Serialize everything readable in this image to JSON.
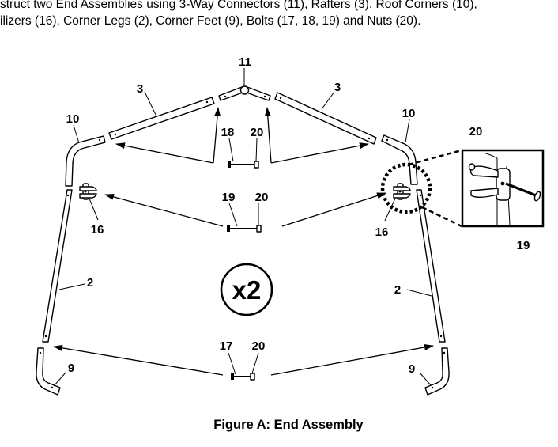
{
  "instructions": {
    "line1": "struct two End Assemblies using 3-Way Connectors (11), Rafters (3), Roof Corners (10),",
    "line2": "ilizers (16), Corner Legs (2), Corner Feet (9), Bolts (17, 18, 19) and Nuts (20)."
  },
  "callouts": {
    "connector": "11",
    "rafter_left": "3",
    "rafter_right": "3",
    "roof_corner_left": "10",
    "roof_corner_right": "10",
    "bolt_top": "18",
    "nut_top": "20",
    "bolt_mid": "19",
    "nut_mid": "20",
    "stabilizer_left": "16",
    "stabilizer_right": "16",
    "leg_left": "2",
    "leg_right": "2",
    "bolt_bottom": "17",
    "nut_bottom": "20",
    "foot_left": "9",
    "foot_right": "9",
    "detail_nut": "20",
    "detail_bolt": "19"
  },
  "multiplier": "x2",
  "caption": "Figure A:  End Assembly"
}
